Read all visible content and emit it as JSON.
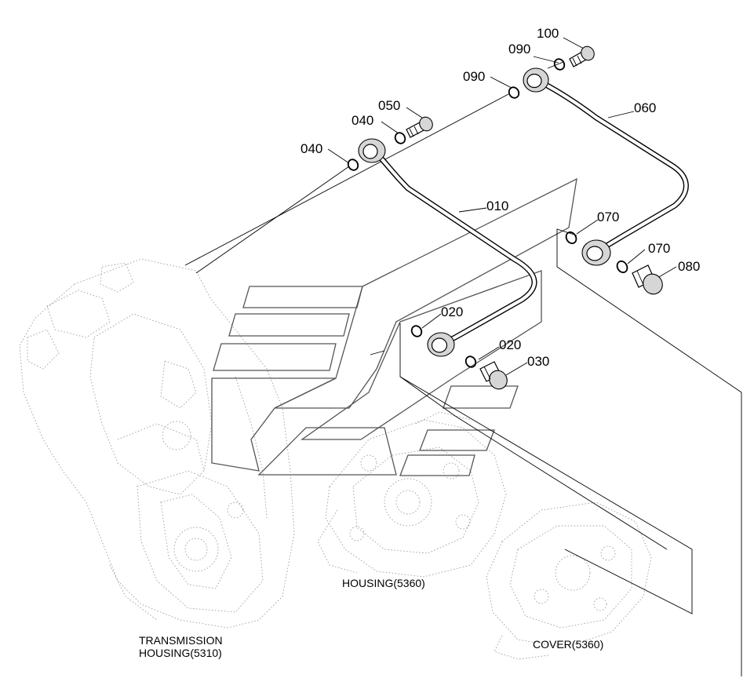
{
  "callouts": {
    "c100": "100",
    "c090a": "090",
    "c090b": "090",
    "c060": "060",
    "c050": "050",
    "c040a": "040",
    "c040b": "040",
    "c010": "010",
    "c070a": "070",
    "c070b": "070",
    "c080": "080",
    "c020a": "020",
    "c020b": "020",
    "c030": "030"
  },
  "captions": {
    "housing": "HOUSING(5360)",
    "transmission_line1": "TRANSMISSION",
    "transmission_line2": "HOUSING(5310)",
    "cover": "COVER(5360)"
  }
}
